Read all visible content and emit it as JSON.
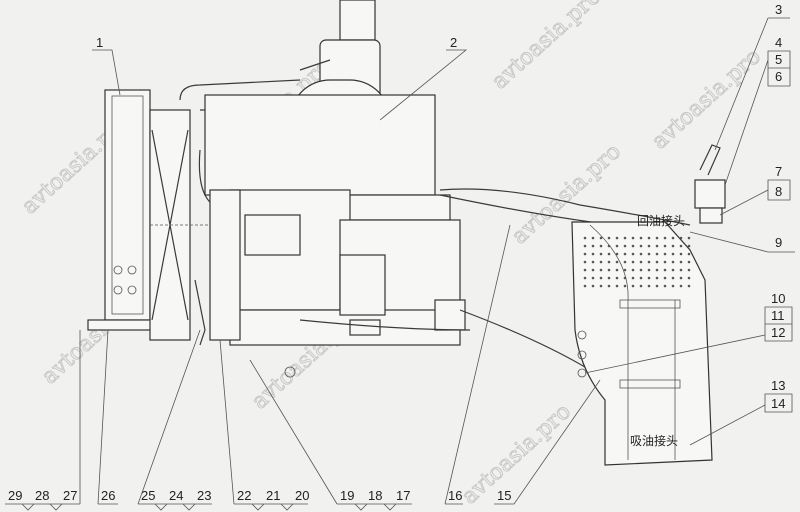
{
  "diagram": {
    "callouts_right": [
      "3",
      "4",
      "5",
      "6",
      "7",
      "8",
      "9",
      "10",
      "11",
      "12",
      "13",
      "14"
    ],
    "callouts_bottom": [
      "29",
      "28",
      "27",
      "26",
      "25",
      "24",
      "23",
      "22",
      "21",
      "20",
      "19",
      "18",
      "17",
      "16",
      "15"
    ],
    "callouts_top": [
      "1",
      "2"
    ],
    "return_oil_connector": "回油接头",
    "suction_oil_connector": "吸油接头",
    "watermark": "avtoasia.pro"
  }
}
